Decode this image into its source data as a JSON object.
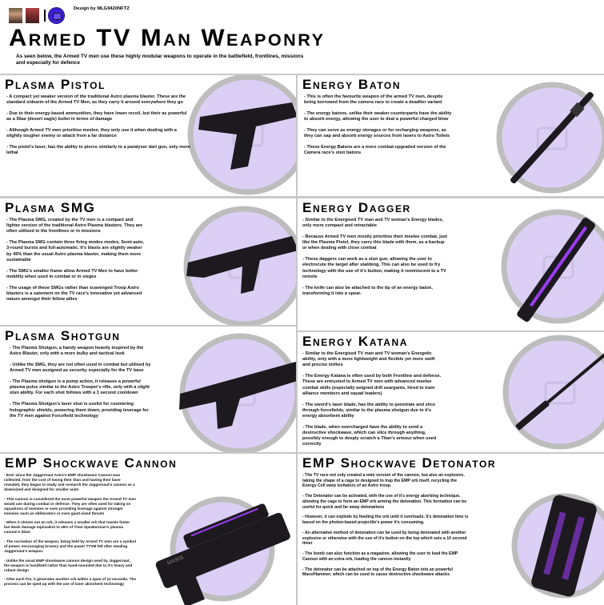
{
  "header": {
    "credit": "Design by MLG9420NFTZ",
    "title": "Armed TV Man Weaponry",
    "subtitle": "As seen below, the Armed TV men use these highly modular weapons to operate in the battlefield, frontlines, missions and especially for defence"
  },
  "colors": {
    "ring": "#bdbdbd",
    "disc": "#dccff5",
    "weapon": "#1c1a1f",
    "energy": "#9a3cf0",
    "logo": "#3d1fd8"
  },
  "panels": [
    {
      "title": "Plasma Pistol",
      "points": [
        "- A compact yet weaker version of the traditional Astro plasma blaster. These are the standard sidearm of the Armed TV Men, as they carry it around everywhere they go",
        "- Due to their energy-based ammunition, they have lower recoil, but their as powerful as a 50ae (desert eagle) bullet in terms of damage",
        "- Although Armed TV men prioritise meelee, they only use it when dealing with a slightly tougher enemy or attack from a far distance",
        "- The pistol's laser, has the ability to pierce similarly to a paralyser dart gun, only more lethal"
      ]
    },
    {
      "title": "Energy Baton",
      "points": [
        "- This is often the favourite weapon of the armed TV men, despite being borrowed from the camera race to create a deadlier variant",
        "- The energy batons, unlike their weaker counterparts have the ability to absorb energy, allowing the user to deal a powerful charged blow",
        "-  They can serve as energy storages or for recharging weapons, as they can sap and absorb energy sources from lasers to Astro Toilets",
        "- These Energy Batons are a more combat-upgraded version of the Camera race's stun batons"
      ]
    },
    {
      "title": "Plasma SMG",
      "points": [
        "- The Plasma SMG, created by the TV men is a compact and lighter version of the traditional Astro Plasma blasters. They are often utilised in the frontlines or in missions",
        "- The Plasma SMG contain three firing modes modes, Semi-auto, 3-round bursts and full-automatic. It's blasts are slightly weaker by 45% than the usual Astro plasma blaster, making them more sustainable",
        "- The SMG's smaller frame allow Armed TV Men to have better mobility when used in combat or in sieges",
        "- The usage of these SMGs rather than scavenged Troop Astro blasters is a satement on the TV race's innovative yet advanced nature amongst their fellow allies"
      ]
    },
    {
      "title": "Energy Dagger",
      "points": [
        "- Similar to the Energised TV man and TV woman's Energy blades, only more compact and retractable",
        "- Because Armed TV men mostly prioritise their meelee combat, just like the Plasma Pistol, they carry this blade with them, as a backup or when dealing with close combat",
        "- These daggers can work as a stun gun, allowing the user to electrocute the target after stabbing. This can also be used to fry technology with the use of it's button, making it reminiscent to a TV remote",
        "- The knife can also be attached to the tip of an energy baton, transforming it into a spear."
      ]
    },
    {
      "title": "Plasma Shotgun",
      "points": [
        "- The Plasma Shotgun, a handy weapon heavily inspired by the Astro Blaster, only with a more bulky and tactical look",
        "- Unlike the SMG, they are not often used in combat but utilised by Armed TV men assigned as security, especially for the TV base",
        "- The Plasma shotgun is a pump action, it releases a powerful plasma pulse similar to the Astro Trooper's rifle, only with a slight stun ability. For each shot follows with a 3 second cooldown",
        "- The Plasma Shotgun's laser stun is useful for countering holographic shields, powering them down, providing leverage for the TV men against Forcefield technology"
      ]
    },
    {
      "title": "Energy Katana",
      "points": [
        "- Similar to the Energised TV man and TV woman's Energetic ability, only with a more lightweight and flexible yet more swift and precise strikes",
        "- The Energy Katana is often used by both Frontline and defense. These are entrusted to Armed TV men with advanced meelee combat skills (especially asigned drill seargants, hired to train alliance members and squad leaders)",
        "- The sword's laser blade, has the ability to penetrate and slice through forcefields, similar to the plasma shotgun due to it's energy absorbent ability",
        "- The blade, when overcharged have the ability to send a destructive shockwave, which can slice through anything, possibly enough to deeply scratch a Titan's armour when used correctly"
      ]
    },
    {
      "title": "EMP Shockwave Cannon",
      "marking": "M4908",
      "points": [
        "- Ever since the Juggernaut Astro's EMP shockwave Cannon was collected, from the cost of losing their titan and having their base revealed, they began to study and research the Juggernaut's cannon as a downsized and designed for smaller units",
        "- This cannon is considered the most powerful weapon the Armed TV men would use during combat or defence. They are often used for taking on squadrons of enemies or even providing leverage against stronger enemies such as obliterators or even giant-sized threats",
        "- When it shoots out an orb, it releases a smaller orb that travels faster but deals damage equivalent to 45% of Titan Speakerman's plasma cannon's blast",
        "- The recreation of the weapon, being held by Armed TV men are a symbol of power, encouraging bravery and the power TTVM felt after stealing Juggernaut's weapon.",
        "- Unlike the usual EMP shockwave cannon design used by Juggernaut, the weapon is handheld rather than hand-mounted due to it's heavy and robust design",
        "- After each fire, it generates another orb within a span of 12 seconds. The process can be sped up with the use of laser absorbent technology"
      ]
    },
    {
      "title": "EMP Shockwave Detonator",
      "points": [
        "- The TV race not only created a mini version of the cannon, but also an explosive, taking the shape of a cage to designed to trap the EMP orb itself, recycling the Energy Cell warp levitators of an Astro troop.",
        "- The Detonator can be activated, with the use of it's energy aborbing technique, allowing the cage to form an EMP orb arming the detonation. This formation can be useful for quick and far away detonations",
        "- However, it can explode by feeding the orb until it overloads. It's detonation time is based on the photon-based projectile's power it's consuming.",
        "- An alternative method of detonation can be used by being detonated with another explosive or otherwise with the use of it's button on the top which sets a 10 second timer",
        "- The bomb can also function as a magazine, allowing the user to load the EMP Cannon with an extra orb, loading the cannon instantly",
        "- The detonator can be attached on top of the Energy Baton into an powerful Mace/Hammer, which can be used to cause destructive shockwave attacks"
      ]
    }
  ]
}
